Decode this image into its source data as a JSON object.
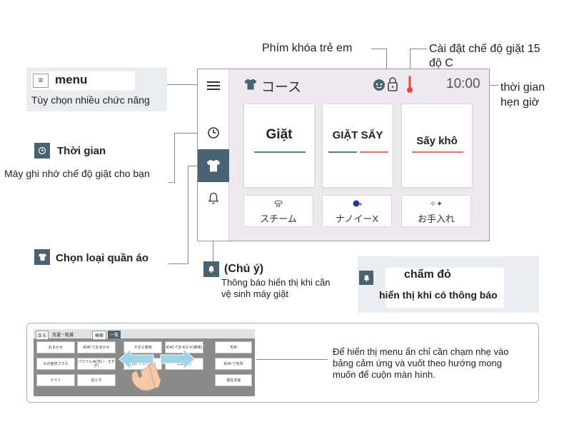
{
  "callouts": {
    "child_lock": "Phím khóa trẻ em",
    "temp_line1": "Cài đặt chế độ giặt 15",
    "temp_line2": "độ C",
    "menu_title": "menu",
    "menu_desc": "Tùy chọn nhiều chức năng",
    "history_title": "Thời gian",
    "history_desc": "Máy ghi nhớ chế độ giặt cho bạn",
    "clothes_title": "Chọn loại quần áo",
    "notice_title": "(Chú ý)",
    "notice_desc_line1": "Thông báo hiển thị khi cần",
    "notice_desc_line2": "vệ sinh máy giặt",
    "timer_line1": "thời gian",
    "timer_line2": "hẹn giờ",
    "red_dot_title": "chấm đỏ",
    "red_dot_desc": "hiển thị khi có thông báo",
    "swipe_desc_line1": "Để hiển thị menu ẩn chỉ cần chạm nhẹ vào",
    "swipe_desc_line2": "bảng cảm ứng và vuốt theo hướng mong",
    "swipe_desc_line3": "muốn để cuộn màn hình."
  },
  "screen": {
    "header_title": "コース",
    "time": "10:00",
    "tiles": [
      {
        "label": "Giặt"
      },
      {
        "label": "GIẶT SẤY"
      },
      {
        "label": "Sấy khô"
      }
    ],
    "small_tiles": [
      {
        "label": "スチーム",
        "icon": "steam-icon"
      },
      {
        "label": "ナノイーX",
        "icon": "nanoe-icon"
      },
      {
        "label": "お手入れ",
        "icon": "sparkle-icon"
      }
    ]
  },
  "mini_screen": {
    "back": "戻る",
    "crumb": "洗濯・乾燥",
    "search": "検索",
    "list": "一覧",
    "cells": [
      "おまかせ",
      "約40 でおまかせ",
      "わが家流プラス",
      "パワフル滝(洗い・すすぎ)",
      "ナイト",
      "省エネ",
      "タオル専用",
      "約40 でスッキリ",
      "約40 でおまかせ(節電)",
      "化繊60分",
      "毛布",
      "約40 で毛布",
      "普段洗濯"
    ]
  },
  "colors": {
    "accent": "#4a6373",
    "underline_blue": "#5b7a8c",
    "underline_red": "#e07070",
    "thermo_red": "#e04848"
  }
}
